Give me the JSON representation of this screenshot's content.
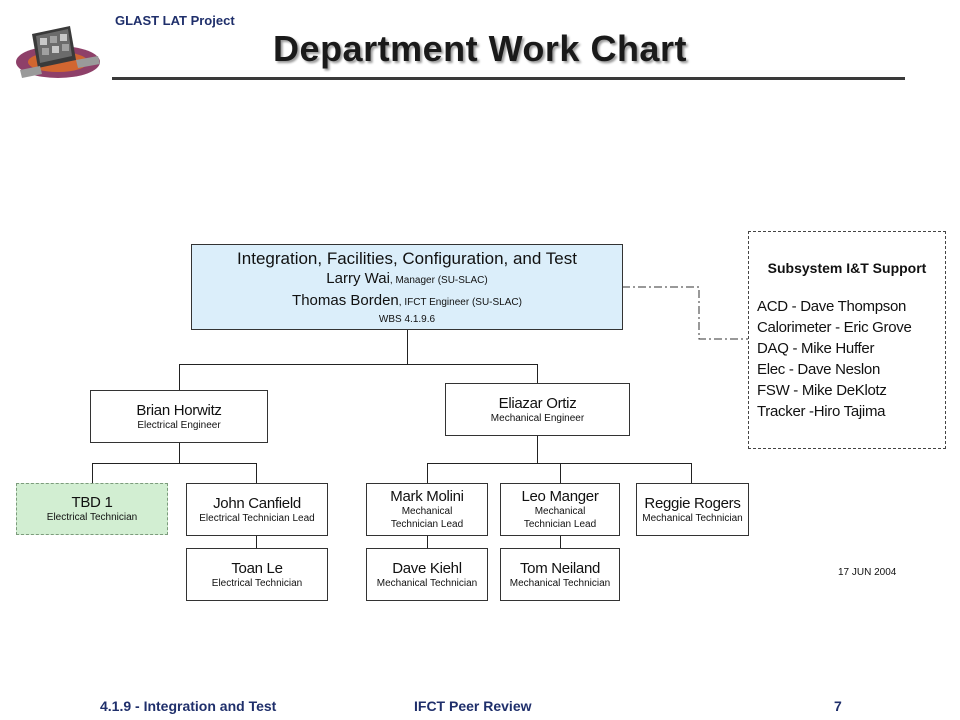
{
  "header": {
    "project": "GLAST LAT Project",
    "title": "Department Work Chart"
  },
  "org": {
    "top": {
      "line1": "Integration, Facilities, Configuration, and Test",
      "manager_name": "Larry Wai",
      "manager_role": ", Manager (SU-SLAC)",
      "engineer_name": "Thomas Borden",
      "engineer_role": ", IFCT Engineer (SU-SLAC)",
      "wbs": "WBS 4.1.9.6"
    },
    "brian": {
      "name": "Brian Horwitz",
      "role": "Electrical Engineer"
    },
    "eliazar": {
      "name": "Eliazar Ortiz",
      "role": "Mechanical Engineer"
    },
    "tbd": {
      "name": "TBD 1",
      "role": "Electrical Technician"
    },
    "canfield": {
      "name": "John Canfield",
      "role": "Electrical Technician Lead"
    },
    "toan": {
      "name": "Toan Le",
      "role": "Electrical Technician"
    },
    "molini": {
      "name": "Mark Molini",
      "role": "Mechanical Technician Lead"
    },
    "manger": {
      "name": "Leo Manger",
      "role": "Mechanical Technician Lead"
    },
    "rogers": {
      "name": "Reggie Rogers",
      "role": "Mechanical Technician"
    },
    "kiehl": {
      "name": "Dave Kiehl",
      "role": "Mechanical Technician"
    },
    "neiland": {
      "name": "Tom Neiland",
      "role": "Mechanical Technician"
    }
  },
  "support": {
    "title": "Subsystem I&T Support",
    "items": [
      "ACD - Dave Thompson",
      "Calorimeter - Eric Grove",
      "DAQ - Mike Huffer",
      "Elec - Dave Neslon",
      "FSW - Mike DeKlotz",
      "Tracker -Hiro Tajima"
    ]
  },
  "date": "17 JUN 2004",
  "footer": {
    "left": "4.1.9 - Integration and Test",
    "center": "IFCT Peer Review",
    "right": "7"
  }
}
